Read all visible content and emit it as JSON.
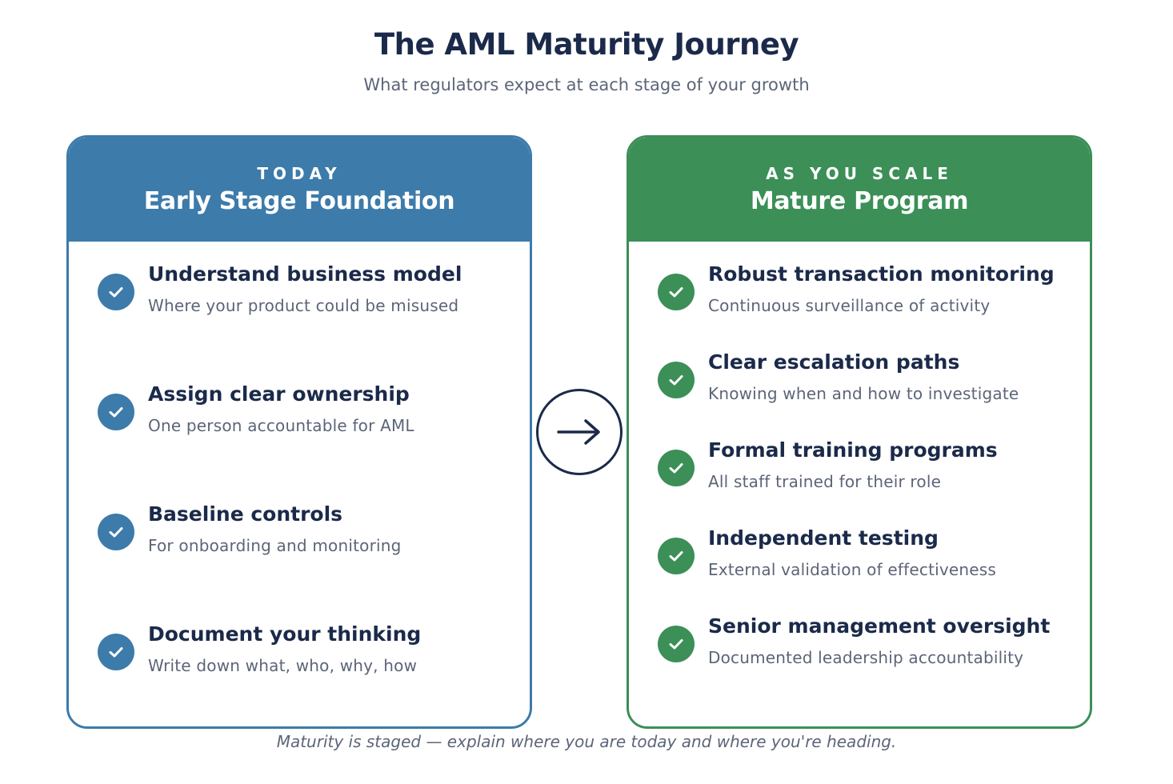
{
  "header": {
    "title": "The AML Maturity Journey",
    "subtitle": "What regulators expect at each stage of your growth"
  },
  "colors": {
    "left_accent": "#3d7baa",
    "right_accent": "#3b8f57",
    "text_dark": "#1b2a4a",
    "text_muted": "#5c6578"
  },
  "left_card": {
    "eyebrow": "TODAY",
    "title": "Early Stage Foundation",
    "items": [
      {
        "title": "Understand business model",
        "desc": "Where your product could be misused"
      },
      {
        "title": "Assign clear ownership",
        "desc": "One person accountable for AML"
      },
      {
        "title": "Baseline controls",
        "desc": "For onboarding and monitoring"
      },
      {
        "title": "Document your thinking",
        "desc": "Write down what, who, why, how"
      }
    ]
  },
  "right_card": {
    "eyebrow": "AS YOU SCALE",
    "title": "Mature Program",
    "items": [
      {
        "title": "Robust transaction monitoring",
        "desc": "Continuous surveillance of activity"
      },
      {
        "title": "Clear escalation paths",
        "desc": "Knowing when and how to investigate"
      },
      {
        "title": "Formal training programs",
        "desc": "All staff trained for their role"
      },
      {
        "title": "Independent testing",
        "desc": "External validation of effectiveness"
      },
      {
        "title": "Senior management oversight",
        "desc": "Documented leadership accountability"
      }
    ]
  },
  "connector": {
    "icon": "arrow-right-icon"
  },
  "footer": {
    "note": "Maturity is staged — explain where you are today and where you're heading."
  }
}
